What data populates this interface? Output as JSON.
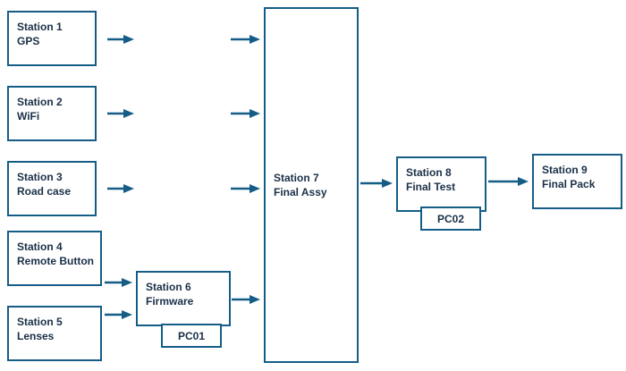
{
  "colors": {
    "accent": "#155d87",
    "text": "#1a3048",
    "background": "#ffffff"
  },
  "nodes": {
    "station1": {
      "title": "Station 1",
      "subtitle": "GPS"
    },
    "station2": {
      "title": "Station 2",
      "subtitle": "WiFi"
    },
    "station3": {
      "title": "Station 3",
      "subtitle": "Road case"
    },
    "station4": {
      "title": "Station 4",
      "subtitle": "Remote Button"
    },
    "station5": {
      "title": "Station 5",
      "subtitle": "Lenses"
    },
    "station6": {
      "title": "Station 6",
      "subtitle": "Firmware"
    },
    "station7": {
      "title": "Station 7",
      "subtitle": "Final Assy"
    },
    "station8": {
      "title": "Station 8",
      "subtitle": "Final Test"
    },
    "station9": {
      "title": "Station 9",
      "subtitle": "Final Pack"
    },
    "pc01": {
      "label": "PC01"
    },
    "pc02": {
      "label": "PC02"
    }
  }
}
